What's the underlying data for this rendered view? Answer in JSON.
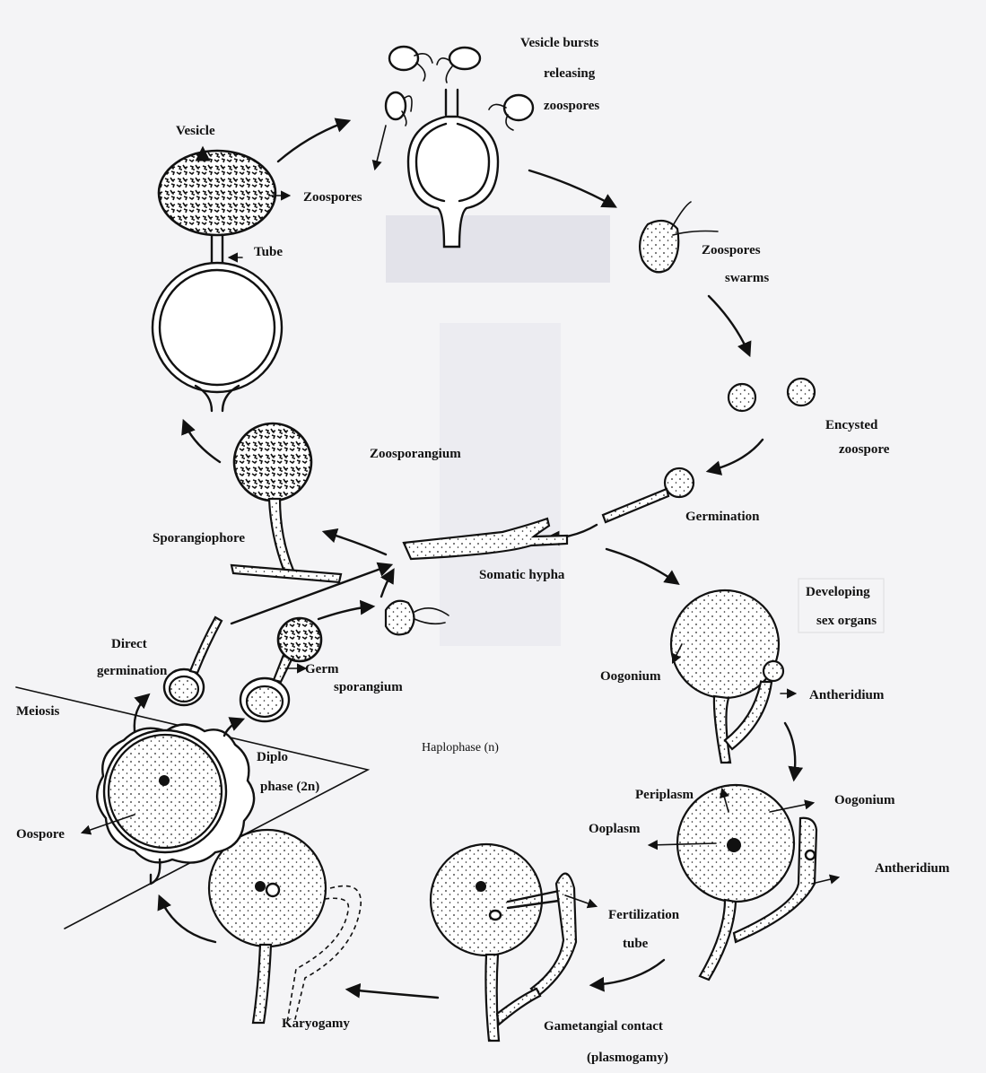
{
  "labels": {
    "vesicle_bursts": "Vesicle bursts",
    "releasing": "releasing",
    "zoospores_release": "zoospores",
    "vesicle": "Vesicle",
    "zoospores": "Zoospores",
    "tube": "Tube",
    "zoospores_swarms_1": "Zoospores",
    "zoospores_swarms_2": "swarms",
    "encysted_1": "Encysted",
    "encysted_2": "zoospore",
    "zoosporangium": "Zoosporangium",
    "germination": "Germination",
    "sporangiophore": "Sporangiophore",
    "somatic_hypha": "Somatic hypha",
    "developing_1": "Developing",
    "developing_2": "sex organs",
    "direct_germination_1": "Direct",
    "direct_germination_2": "germination",
    "germ": "Germ",
    "sporangium": "sporangium",
    "oogonium_1": "Oogonium",
    "antheridium_1": "Antheridium",
    "meiosis": "Meiosis",
    "diplo_1": "Diplo",
    "diplo_2": "phase   (2n)",
    "haplophase": "Haplophase (n)",
    "periplasm": "Periplasm",
    "oogonium_2": "Oogonium",
    "ooplasm": "Ooplasm",
    "antheridium_2": "Antheridium",
    "oospore": "Oospore",
    "fertilization_1": "Fertilization",
    "fertilization_2": "tube",
    "karyogamy": "Karyogamy",
    "gametangial_1": "Gametangial contact",
    "gametangial_2": "(plasmogamy)"
  }
}
